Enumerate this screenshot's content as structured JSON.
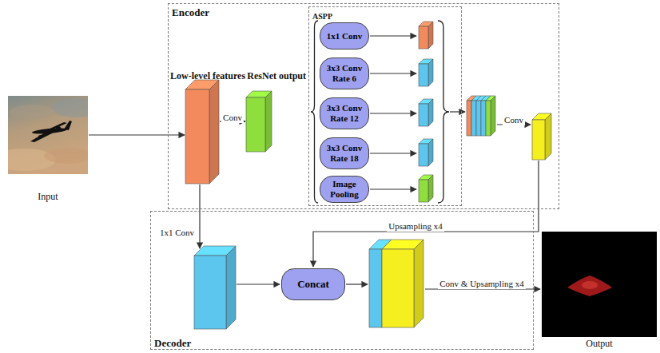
{
  "diagram": {
    "nodes": [
      {
        "text": [
          "Input"
        ]
      },
      {
        "text": [
          "Encoder"
        ]
      },
      {
        "text": [
          "Low-level features"
        ],
        "in": 1
      },
      {
        "text": [
          "ResNet output"
        ],
        "in": 1
      },
      {
        "text": [
          "ASPP"
        ],
        "in": 1
      },
      {
        "text": [
          "1x1 Conv"
        ],
        "in": 4
      },
      {
        "text": [
          "3x3 Conv Rate 6"
        ],
        "in": 4
      },
      {
        "text": [
          "3x3 Conv Rate 12"
        ],
        "in": 4
      },
      {
        "text": [
          "3x3 Conv Rate 18"
        ],
        "in": 4
      },
      {
        "text": [
          "Image Pooling"
        ],
        "in": 4
      },
      {
        "text": [
          "Decoder"
        ]
      },
      {
        "text": [
          "Concat"
        ],
        "in": 10
      },
      {
        "text": [
          "Output"
        ]
      }
    ],
    "edges": [
      {
        "from": 0,
        "to": 2,
        "arrow": "to"
      },
      {
        "from": 2,
        "to": 3,
        "label": "Conv",
        "arrow": "to"
      }
    ],
    "labels": [
      "Conv",
      "1x1 Conv",
      "Upsampling x4",
      "Conv & Upsampling x4"
    ]
  }
}
